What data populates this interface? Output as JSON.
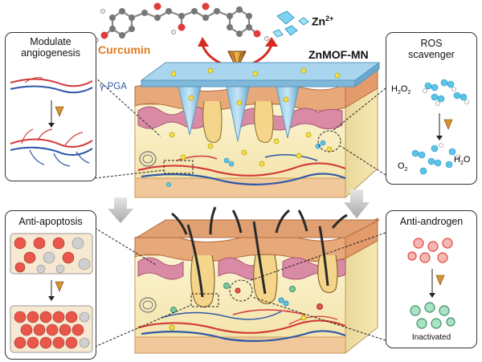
{
  "title": {
    "curcumin": "Curcumin",
    "zn_ion": "Zn",
    "zn_charge": "2+",
    "device": "ZnMOF-MN",
    "matrix": "γ-PGA"
  },
  "panels": {
    "angiogenesis": {
      "line1": "Modulate",
      "line2": "angiogenesis"
    },
    "ros": {
      "line1": "ROS",
      "line2": "scavenger",
      "h2o2": "H",
      "h2o2_sub1": "2",
      "h2o2_o": "O",
      "h2o2_sub2": "2",
      "o2": "O",
      "o2_sub": "2",
      "h2o": "H",
      "h2o_sub": "2",
      "h2o_o": "O"
    },
    "apoptosis": {
      "title": "Anti-apoptosis"
    },
    "androgen": {
      "title": "Anti-androgen",
      "inactivated": "Inactivated"
    }
  },
  "colors": {
    "curcumin_label": "#e07b22",
    "needle": "#7fb8d9",
    "skin_top": "#e8a97a",
    "pink_tissue": "#d98aa5",
    "dermis": "#f8efc6",
    "artery": "#d23a3a",
    "vein": "#2e58a8",
    "arrow_red": "#d62b1e",
    "zn_particle": "#5bc4e8",
    "hair": "#2a2a2a",
    "cell_red": "#e8574a",
    "cell_grey": "#c9c9c9",
    "green": "#7cc9a0"
  },
  "icons": [
    "curcumin-molecule-icon",
    "zn-ion-icon",
    "microneedle-cone-icon",
    "hair-follicle-icon",
    "down-arrow-icon"
  ]
}
